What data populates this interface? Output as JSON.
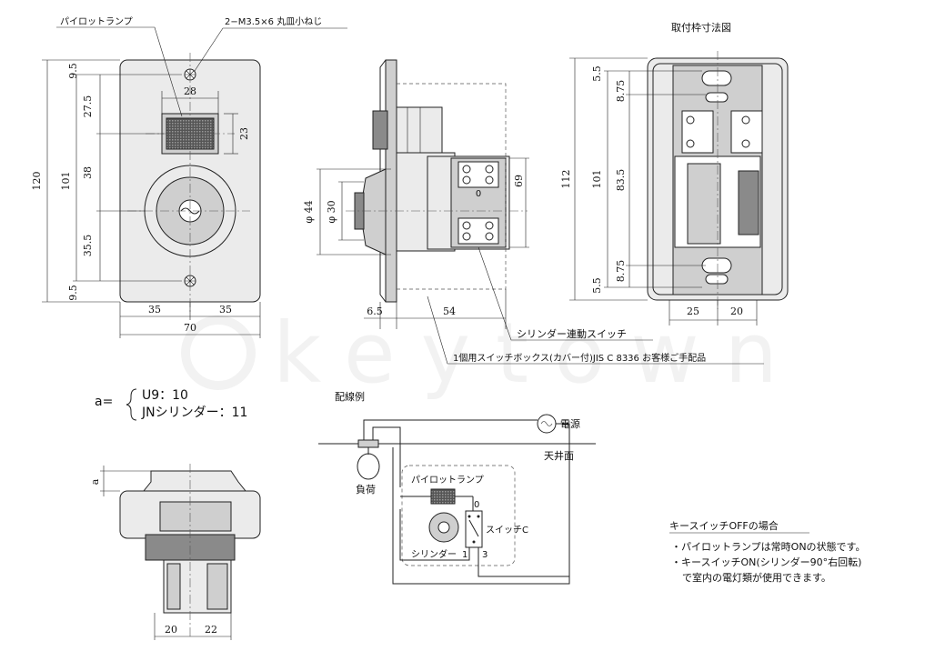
{
  "front": {
    "label_pilot": "パイロットランプ",
    "label_screw": "2−M3.5×6 丸皿小ねじ",
    "dim_9_5_top": "9.5",
    "dim_27_5": "27.5",
    "dim_38": "38",
    "dim_35_5": "35.5",
    "dim_9_5_bot": "9.5",
    "dim_120": "120",
    "dim_101": "101",
    "dim_28": "28",
    "dim_23": "23",
    "dim_35_left": "35",
    "dim_35_right": "35",
    "dim_70": "70"
  },
  "side": {
    "dim_44": "φ 44",
    "dim_30": "φ 30",
    "dim_69": "69",
    "dim_6_5": "6.5",
    "dim_54": "54",
    "mark_0": "0",
    "label_cylinder_switch": "シリンダー連動スイッチ",
    "label_box": "1個用スイッチボックス(カバー付)JIS C 8336  お客様ご手配品"
  },
  "frame": {
    "title": "取付枠寸法図",
    "dim_5_5_top": "5.5",
    "dim_8_75_top": "8.75",
    "dim_83_5": "83.5",
    "dim_8_75_bot": "8.75",
    "dim_5_5_bot": "5.5",
    "dim_112": "112",
    "dim_101": "101",
    "dim_25": "25",
    "dim_20": "20"
  },
  "formula": {
    "prefix": "a=",
    "line1": "U9：10",
    "line2": "JNシリンダー：11"
  },
  "bottom_view": {
    "dim_a": "a",
    "dim_20": "20",
    "dim_22": "22"
  },
  "wiring": {
    "title": "配線例",
    "power": "電源",
    "ceiling": "天井面",
    "load": "負荷",
    "pilot": "パイロットランプ",
    "switch_c": "スイッチC",
    "cylinder": "シリンダー",
    "term_0": "0",
    "term_1": "1",
    "term_3": "3"
  },
  "notes": {
    "title": "キースイッチOFFの場合",
    "line1": "・パイロットランプは常時ONの状態です。",
    "line2": "・キースイッチON(シリンダー90°右回転)",
    "line3": "で室内の電灯類が使用できます。"
  },
  "watermark": "keytown"
}
